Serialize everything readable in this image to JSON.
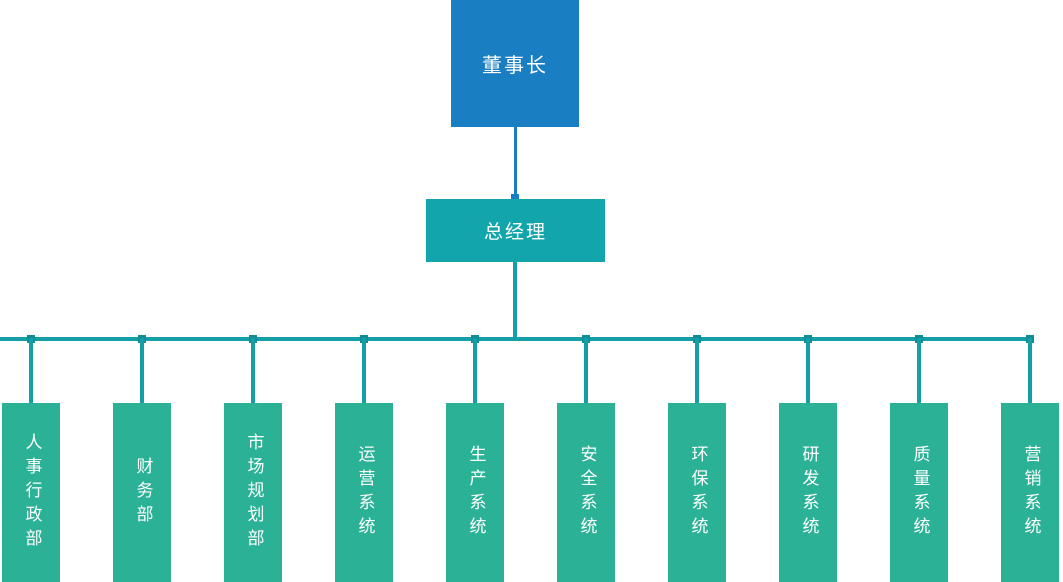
{
  "chart": {
    "title": "",
    "root": {
      "label": "董事长"
    },
    "manager": {
      "label": "总经理"
    },
    "departments": [
      {
        "label": "人事行政部"
      },
      {
        "label": "财务部"
      },
      {
        "label": "市场规划部"
      },
      {
        "label": "运营系统"
      },
      {
        "label": "生产系统"
      },
      {
        "label": "安全系统"
      },
      {
        "label": "环保系统"
      },
      {
        "label": "研发系统"
      },
      {
        "label": "质量系统"
      },
      {
        "label": "营销系统"
      }
    ],
    "colors": {
      "root_box": "#1a7ec2",
      "manager_box": "#12a5ab",
      "department_box": "#2bb296",
      "line_blue": "#1a7ec2",
      "line_teal": "#149fa6",
      "junction_node": "#118e95",
      "text": "#ffffff",
      "background": "#ffffff"
    }
  }
}
